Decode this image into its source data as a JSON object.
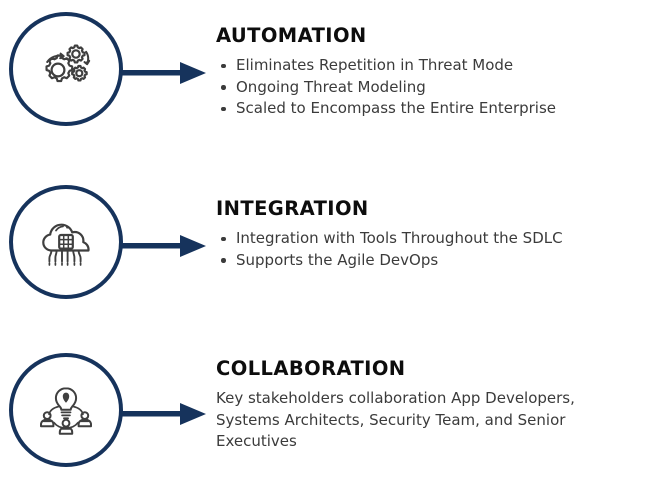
{
  "theme": {
    "background": "#ffffff",
    "accent_navy": "#16335c",
    "heading_color": "#0d0d0d",
    "body_text_color": "#3b3b3b",
    "icon_stroke": "#3f3f3f"
  },
  "sections": [
    {
      "id": "automation",
      "icon_name": "gears-icon",
      "heading": "AUTOMATION",
      "body_type": "bullets",
      "bullets": [
        "Eliminates Repetition in Threat Mode",
        "Ongoing Threat Modeling",
        "Scaled to Encompass the Entire Enterprise"
      ]
    },
    {
      "id": "integration",
      "icon_name": "cloud-chip-icon",
      "heading": "INTEGRATION",
      "body_type": "bullets",
      "bullets": [
        "Integration with Tools Throughout the SDLC",
        "Supports the Agile DevOps"
      ]
    },
    {
      "id": "collaboration",
      "icon_name": "lightbulb-people-icon",
      "heading": "COLLABORATION",
      "body_type": "paragraph",
      "paragraph": "Key stakeholders collaboration App Developers, Systems Architects, Security Team, and Senior Executives"
    }
  ]
}
